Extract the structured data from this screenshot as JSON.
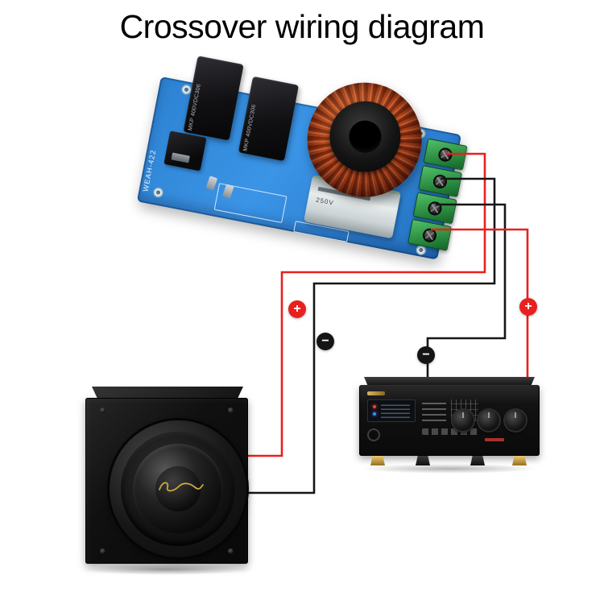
{
  "title": "Crossover wiring diagram",
  "pcb": {
    "board_code": "WEAH-422",
    "capacitor1_label": "MKP 400VDC306",
    "capacitor2_label": "MKP 400VDC306",
    "film_capacitor_label": "250V",
    "terminal_positions": 4
  },
  "wiring": {
    "positive_color": "#e8201e",
    "negative_color": "#161616",
    "badges": [
      {
        "id": "speaker-positive",
        "symbol": "+"
      },
      {
        "id": "speaker-negative",
        "symbol": "−"
      },
      {
        "id": "amplifier-negative",
        "symbol": "−"
      },
      {
        "id": "amplifier-positive",
        "symbol": "+"
      }
    ]
  },
  "devices": {
    "speaker": "subwoofer-speaker",
    "amplifier": "audio-amplifier"
  }
}
